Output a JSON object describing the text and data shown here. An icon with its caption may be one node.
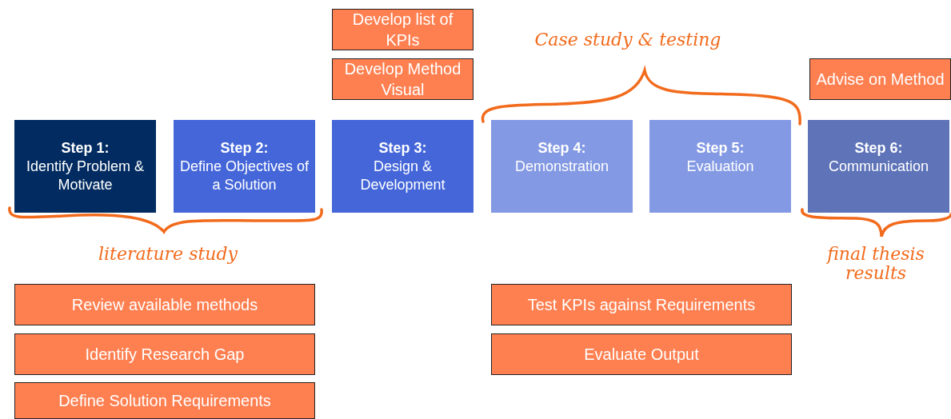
{
  "diagram": {
    "nodes": [
      {
        "text": [
          "Develop list of KPIs"
        ]
      },
      {
        "text": [
          "Develop Method Visual"
        ]
      },
      {
        "text": [
          "Advise on Method"
        ]
      },
      {
        "text": [
          "Step 1:",
          "Identify Problem & Motivate"
        ]
      },
      {
        "text": [
          "Step 2:",
          "Define Objectives of a Solution"
        ]
      },
      {
        "text": [
          "Step 3:",
          "Design & Development"
        ]
      },
      {
        "text": [
          "Step 4:",
          "Demonstration"
        ]
      },
      {
        "text": [
          "Step 5:",
          "Evaluation"
        ]
      },
      {
        "text": [
          "Step 6:",
          "Communication"
        ]
      },
      {
        "text": [
          "Review available methods"
        ]
      },
      {
        "text": [
          "Identify Research Gap"
        ]
      },
      {
        "text": [
          "Define Solution Requirements"
        ]
      },
      {
        "text": [
          "Test KPIs against Requirements"
        ]
      },
      {
        "text": [
          "Evaluate Output"
        ]
      }
    ],
    "edges": [],
    "labels": [
      "Case study & testing",
      "literature study",
      "final thesis results"
    ]
  }
}
